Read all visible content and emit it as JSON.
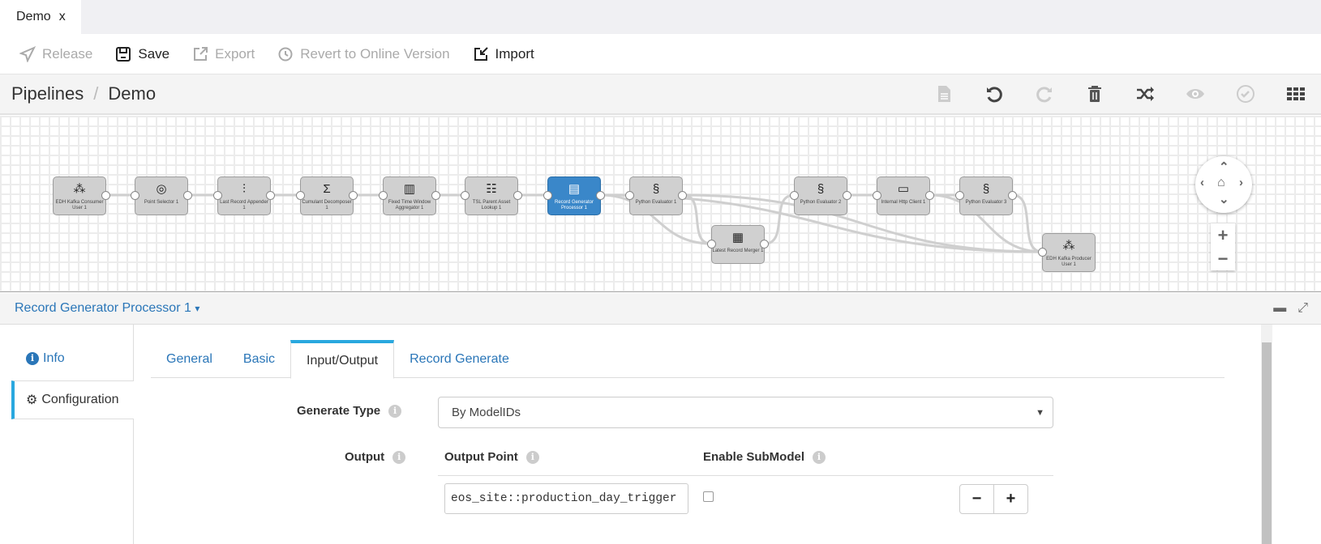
{
  "tab": {
    "title": "Demo",
    "close": "x"
  },
  "toolbar": {
    "release": "Release",
    "save": "Save",
    "export": "Export",
    "revert": "Revert to Online Version",
    "import": "Import"
  },
  "breadcrumb": {
    "root": "Pipelines",
    "sep": "/",
    "current": "Demo"
  },
  "nodes": [
    {
      "label": "EDH Kafka Consumer User 1",
      "icon": "kafka-icon",
      "selected": false
    },
    {
      "label": "Point Selector 1",
      "icon": "point-selector-icon",
      "selected": false
    },
    {
      "label": "Last Record Appender 1",
      "icon": "appender-icon",
      "selected": false
    },
    {
      "label": "Cumulant Decomposer 1",
      "icon": "sigma-icon",
      "selected": false
    },
    {
      "label": "Fixed Time Window Aggregator 1",
      "icon": "aggregator-icon",
      "selected": false
    },
    {
      "label": "TSL Parent Asset Lookup 1",
      "icon": "hierarchy-icon",
      "selected": false
    },
    {
      "label": "Record Generator Processor 1",
      "icon": "record-generator-icon",
      "selected": true
    },
    {
      "label": "Python Evaluator 1",
      "icon": "python-icon",
      "selected": false
    },
    {
      "label": "Latest Record Merger 1",
      "icon": "merger-icon",
      "selected": false
    },
    {
      "label": "Python Evaluator 2",
      "icon": "python-icon",
      "selected": false
    },
    {
      "label": "Internal Http Client 1",
      "icon": "http-icon",
      "selected": false
    },
    {
      "label": "Python Evaluator 3",
      "icon": "python-icon",
      "selected": false
    },
    {
      "label": "EDH Kafka Producer User 1",
      "icon": "kafka-icon",
      "selected": false
    }
  ],
  "panel": {
    "title": "Record Generator Processor 1",
    "caret": "▾"
  },
  "side": {
    "info": "Info",
    "config": "Configuration"
  },
  "tabs": [
    "General",
    "Basic",
    "Input/Output",
    "Record Generate"
  ],
  "form": {
    "generate_type_label": "Generate Type",
    "generate_type_value": "By ModelIDs",
    "output_label": "Output",
    "col_output_point": "Output Point",
    "col_enable_submodel": "Enable SubModel",
    "output_point_value": "eos_site::production_day_trigger",
    "enable_submodel": false,
    "remove": "−",
    "add": "+"
  },
  "colors": {
    "accent": "#2a76b8",
    "selected_node": "#3a87c9",
    "active_tab": "#29a8df"
  }
}
